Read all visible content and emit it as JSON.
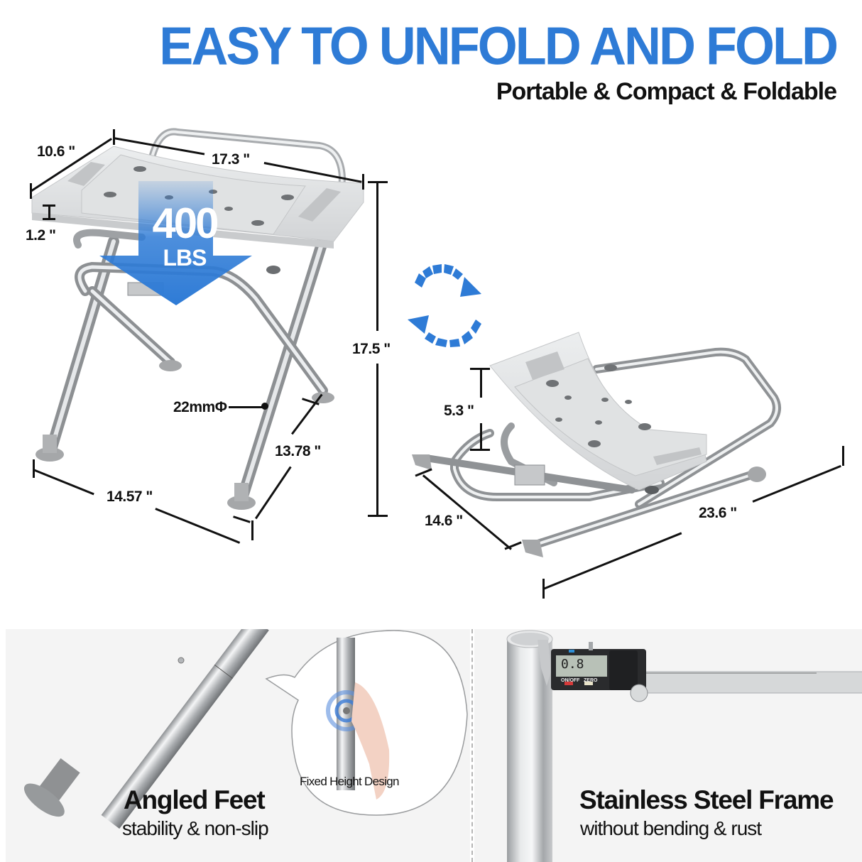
{
  "header": {
    "title": "EASY TO UNFOLD AND FOLD",
    "subtitle": "Portable & Compact & Foldable"
  },
  "colors": {
    "accent_blue": "#2e7bd6",
    "text": "#111111",
    "panel_bg": "#f4f4f4",
    "seat_gray": "#dcdedf",
    "steel": "#c9cbcd",
    "foot_gray": "#a5a7a9"
  },
  "unfolded_chair": {
    "dimensions": {
      "seat_depth": "10.6 \"",
      "seat_width": "17.3 \"",
      "seat_thickness": "1.2 \"",
      "height": "17.5 \"",
      "base_width": "14.57 \"",
      "base_depth": "13.78 \"",
      "tube_diameter": "22mmΦ"
    },
    "load_badge": {
      "value": "400",
      "unit": "LBS"
    }
  },
  "fold_icon": "rotate-arrows-icon",
  "folded_chair": {
    "dimensions": {
      "folded_height": "5.3 \"",
      "folded_width": "14.6 \"",
      "folded_length": "23.6 \""
    }
  },
  "features": [
    {
      "title": "Angled Feet",
      "subtitle": "stability & non-slip",
      "callout": "Fixed Height Design"
    },
    {
      "title": "Stainless Steel Frame",
      "subtitle": "without bending & rust",
      "caliper": {
        "reading": "0.8",
        "on_off_label": "ON/OFF",
        "zero_label": "ZERO"
      }
    }
  ]
}
